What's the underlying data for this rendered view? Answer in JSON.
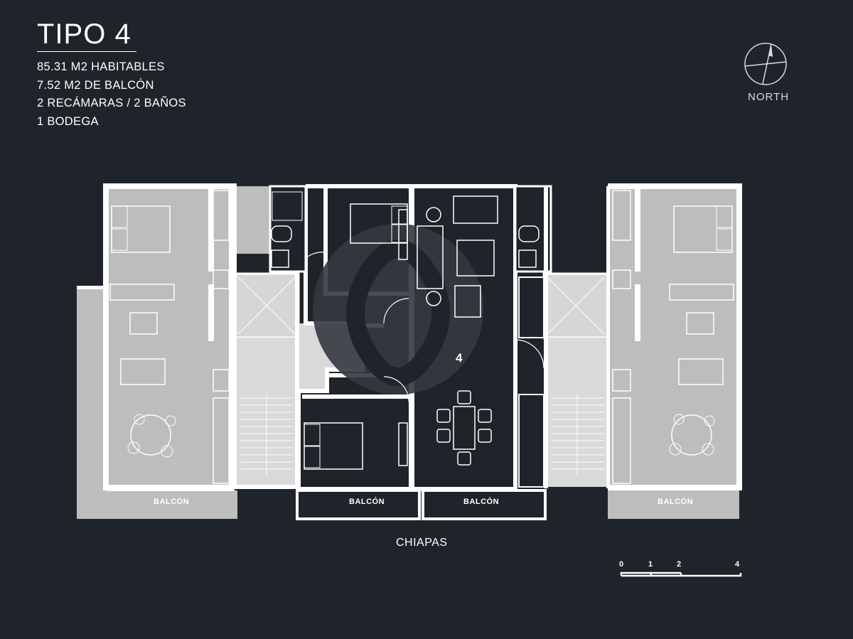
{
  "header": {
    "title": "TIPO 4",
    "specs": [
      "85.31 M2 HABITABLES",
      "7.52 M2 DE BALCÓN",
      "2 RECÁMARAS / 2 BAÑOS",
      "1 BODEGA"
    ]
  },
  "compass": {
    "label": "NORTH"
  },
  "plan": {
    "unit_number": "4",
    "balcony_labels": [
      "BALCÓN",
      "BALCÓN",
      "BALCÓN",
      "BALCÓN"
    ],
    "street_label": "CHIAPAS",
    "colors": {
      "background": "#1f232a",
      "neighbor_units": "#bfbfbf",
      "highlighted_unit": "#1f232a",
      "walls": "#ffffff",
      "common_area": "#d9d9d9"
    }
  },
  "scale_bar": {
    "ticks": [
      "0",
      "1",
      "2",
      "4"
    ]
  }
}
